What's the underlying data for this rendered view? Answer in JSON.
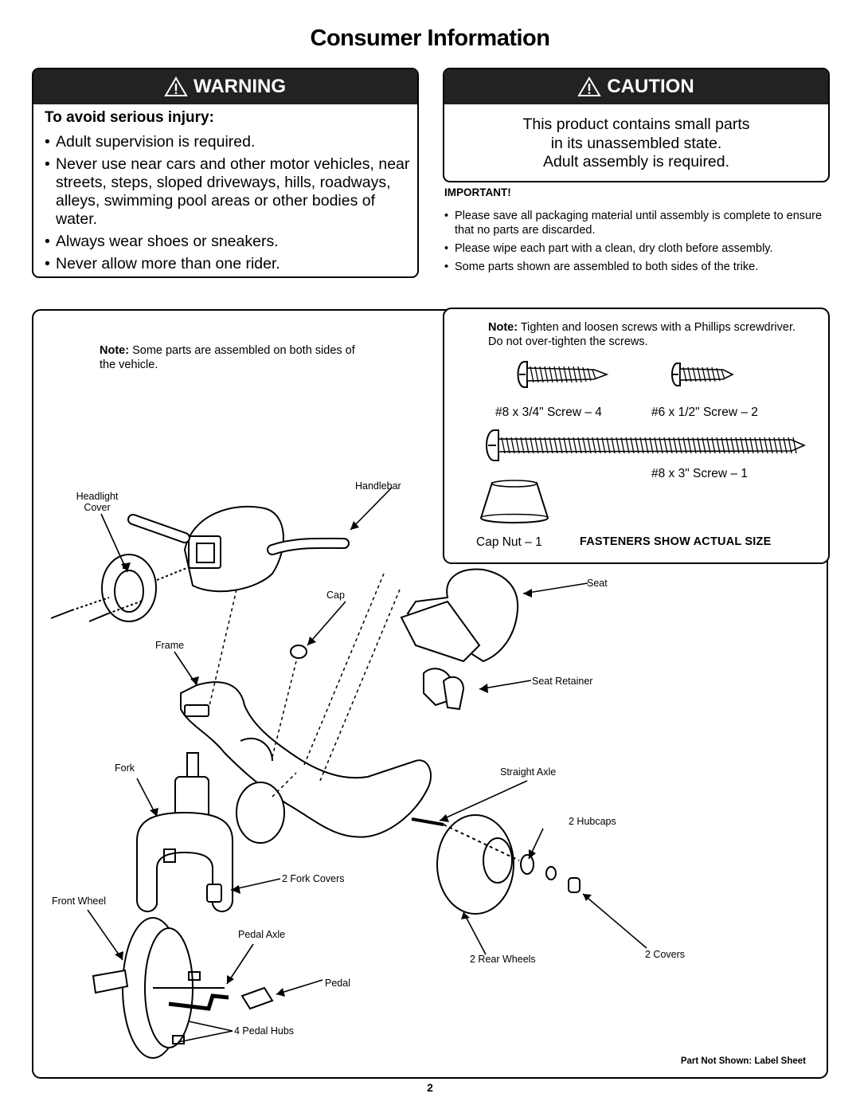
{
  "title": "Consumer Information",
  "warning": {
    "heading": "WARNING",
    "subheading": "To avoid serious injury:",
    "items": [
      "Adult supervision is required.",
      "Never use near cars and other motor vehicles, near streets, steps, sloped driveways, hills, roadways, alleys, swimming pool areas or other bodies of water.",
      "Always wear shoes or sneakers.",
      "Never allow more than one rider."
    ]
  },
  "caution": {
    "heading": "CAUTION",
    "lines": [
      "This product contains small parts",
      "in its unassembled state.",
      "Adult assembly is required."
    ]
  },
  "important": {
    "heading": "IMPORTANT!",
    "items": [
      "Please save all packaging material until assembly is complete to ensure that no parts are discarded.",
      "Please wipe each part with a clean, dry cloth before assembly.",
      "Some parts shown are assembled to both sides of the trike."
    ]
  },
  "fasteners": {
    "note_bold": "Note:",
    "note_text": " Tighten and loosen screws with a Phillips screwdriver. Do not over-tighten the screws.",
    "screw1": "#8 x 3/4\" Screw – 4",
    "screw2": "#6 x 1/2\" Screw – 2",
    "screw3": "#8 x 3\" Screw – 1",
    "capnut": "Cap Nut – 1",
    "actual_size": "FASTENERS SHOW ACTUAL SIZE"
  },
  "diagram": {
    "note_bold": "Note:",
    "note_text": " Some parts are assembled on both sides of the vehicle.",
    "labels": {
      "headlight_cover_1": "Headlight",
      "headlight_cover_2": "Cover",
      "handlebar": "Handlebar",
      "seat": "Seat",
      "cap": "Cap",
      "frame": "Frame",
      "seat_retainer": "Seat Retainer",
      "fork": "Fork",
      "straight_axle": "Straight Axle",
      "hubcaps": "2 Hubcaps",
      "fork_covers": "2 Fork Covers",
      "front_wheel": "Front Wheel",
      "pedal_axle": "Pedal Axle",
      "rear_wheels": "2 Rear Wheels",
      "covers": "2 Covers",
      "pedal": "Pedal",
      "pedal_hubs": "4 Pedal Hubs"
    },
    "part_not_shown": "Part Not Shown: Label Sheet"
  },
  "page_number": "2"
}
